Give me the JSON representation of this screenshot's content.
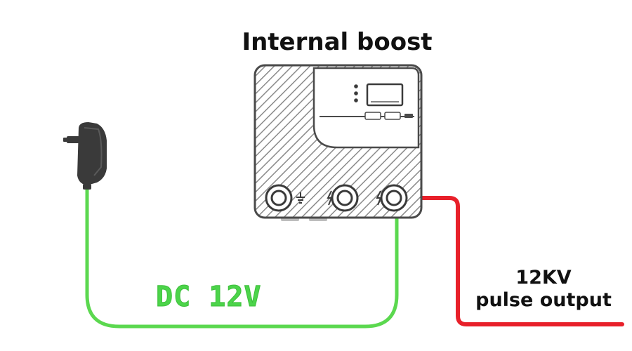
{
  "diagram": {
    "title": "Internal boost",
    "input_label": "DC 12V",
    "output_label_line1": "12KV",
    "output_label_line2": "pulse output"
  },
  "colors": {
    "input_wire": "#5bd84f",
    "output_wire": "#e8202a",
    "device_outline": "#4a4a4a",
    "adapter": "#3a3a3a"
  },
  "icons": {
    "adapter": "power-adapter-icon",
    "device": "fence-energizer-icon",
    "terminal_ground": "ground-terminal-icon",
    "terminal_mid": "lightning-terminal-icon",
    "terminal_out": "lightning-terminal-icon"
  }
}
